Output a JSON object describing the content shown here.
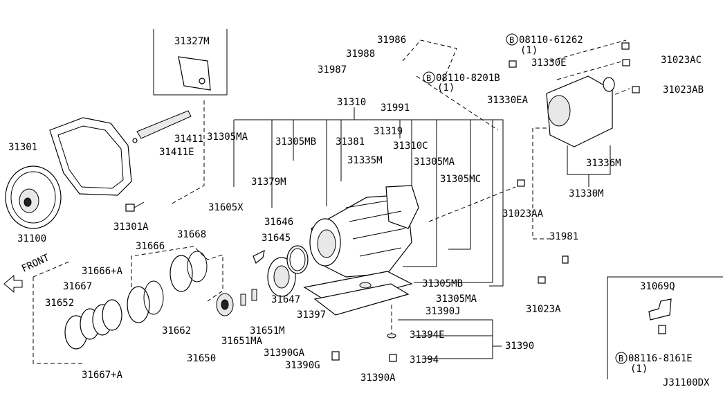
{
  "diagram": {
    "code": "J31100DX",
    "front_label": "FRONT",
    "parts": [
      {
        "id": "p-31327m",
        "label": "31327M"
      },
      {
        "id": "p-31986",
        "label": "31986"
      },
      {
        "id": "p-31988",
        "label": "31988"
      },
      {
        "id": "p-31987",
        "label": "31987"
      },
      {
        "id": "p-31991",
        "label": "31991"
      },
      {
        "id": "p-31310",
        "label": "31310"
      },
      {
        "id": "p-b-08110-61262",
        "label": "08110-61262",
        "badge": "B"
      },
      {
        "id": "p-b-08110-61262-qty",
        "label": "(1)"
      },
      {
        "id": "p-31330e",
        "label": "31330E"
      },
      {
        "id": "p-31023ac",
        "label": "31023AC"
      },
      {
        "id": "p-b-08110-8201b",
        "label": "08110-8201B",
        "badge": "B"
      },
      {
        "id": "p-b-08110-8201b-qty",
        "label": "(1)"
      },
      {
        "id": "p-31330ea",
        "label": "31330EA"
      },
      {
        "id": "p-31023ab",
        "label": "31023AB"
      },
      {
        "id": "p-31301",
        "label": "31301"
      },
      {
        "id": "p-31411",
        "label": "31411"
      },
      {
        "id": "p-31411e",
        "label": "31411E"
      },
      {
        "id": "p-31305ma-1",
        "label": "31305MA"
      },
      {
        "id": "p-31305mb-1",
        "label": "31305MB"
      },
      {
        "id": "p-31381",
        "label": "31381"
      },
      {
        "id": "p-31319",
        "label": "31319"
      },
      {
        "id": "p-31310c",
        "label": "31310C"
      },
      {
        "id": "p-31335m",
        "label": "31335M"
      },
      {
        "id": "p-31305ma-2",
        "label": "31305MA"
      },
      {
        "id": "p-31336m",
        "label": "31336M"
      },
      {
        "id": "p-31379m",
        "label": "31379M"
      },
      {
        "id": "p-31305mc",
        "label": "31305MC"
      },
      {
        "id": "p-31330m",
        "label": "31330M"
      },
      {
        "id": "p-31605x",
        "label": "31605X"
      },
      {
        "id": "p-31646",
        "label": "31646"
      },
      {
        "id": "p-31301a",
        "label": "31301A"
      },
      {
        "id": "p-31023aa",
        "label": "31023AA"
      },
      {
        "id": "p-31100",
        "label": "31100"
      },
      {
        "id": "p-31668",
        "label": "31668"
      },
      {
        "id": "p-31645",
        "label": "31645"
      },
      {
        "id": "p-31666",
        "label": "31666"
      },
      {
        "id": "p-31981",
        "label": "31981"
      },
      {
        "id": "p-31666a",
        "label": "31666+A"
      },
      {
        "id": "p-31305mb-2",
        "label": "31305MB"
      },
      {
        "id": "p-31667",
        "label": "31667"
      },
      {
        "id": "p-31069q",
        "label": "31069Q"
      },
      {
        "id": "p-31652",
        "label": "31652"
      },
      {
        "id": "p-31647",
        "label": "31647"
      },
      {
        "id": "p-31305ma-3",
        "label": "31305MA"
      },
      {
        "id": "p-31397",
        "label": "31397"
      },
      {
        "id": "p-31390j",
        "label": "31390J"
      },
      {
        "id": "p-31023a",
        "label": "31023A"
      },
      {
        "id": "p-31662",
        "label": "31662"
      },
      {
        "id": "p-31651m",
        "label": "31651M"
      },
      {
        "id": "p-31394e",
        "label": "31394E"
      },
      {
        "id": "p-31390",
        "label": "31390"
      },
      {
        "id": "p-31651ma",
        "label": "31651MA"
      },
      {
        "id": "p-31390ga",
        "label": "31390GA"
      },
      {
        "id": "p-31650",
        "label": "31650"
      },
      {
        "id": "p-31394",
        "label": "31394"
      },
      {
        "id": "p-b-08116-8161e",
        "label": "08116-8161E",
        "badge": "B"
      },
      {
        "id": "p-b-08116-8161e-qty",
        "label": "(1)"
      },
      {
        "id": "p-31390g",
        "label": "31390G"
      },
      {
        "id": "p-31667a",
        "label": "31667+A"
      },
      {
        "id": "p-31390a",
        "label": "31390A"
      }
    ]
  }
}
